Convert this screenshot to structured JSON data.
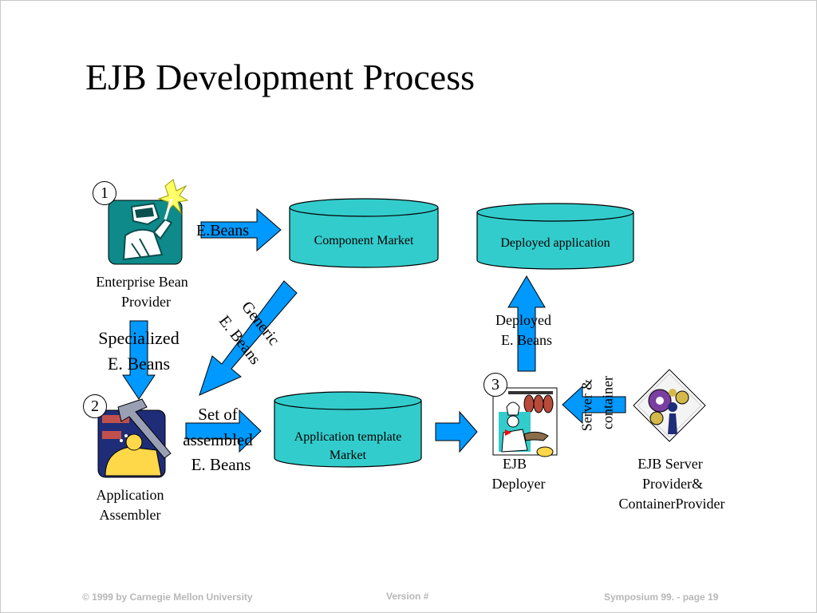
{
  "slide": {
    "title": "EJB Development Process",
    "footer": {
      "left": "© 1999 by Carnegie Mellon University",
      "center": "Version #",
      "right": "Symposium 99. - page 19"
    }
  },
  "diagram": {
    "markers": [
      "1",
      "2",
      "3"
    ],
    "roles": {
      "provider_line1": "Enterprise Bean",
      "provider_line2": "Provider",
      "assembler_line1": "Application",
      "assembler_line2": "Assembler",
      "deployer_line1": "EJB",
      "deployer_line2": "Deployer",
      "server_line1": "EJB Server",
      "server_line2": "Provider&",
      "server_line3": "ContainerProvider"
    },
    "stores": {
      "component_market": "Component Market",
      "deployed_application": "Deployed application",
      "app_template_line1": "Application template",
      "app_template_line2": "Market"
    },
    "flows": {
      "ebeans": "E.Beans",
      "specialized_line1": "Specialized",
      "specialized_line2": "E. Beans",
      "generic_line1": "Generic",
      "generic_line2": "E. Beans",
      "set_line1": "Set of",
      "set_line2": "assembled",
      "set_line3": "E. Beans",
      "deployed_line1": "Deployed",
      "deployed_line2": "E. Beans",
      "server_line1": "Server &",
      "server_line2": "container"
    },
    "colors": {
      "cylinder": "#33cccc",
      "arrow": "#0099ff",
      "icon_teal": "#0e8a8a",
      "icon_navy": "#1f2d78"
    }
  }
}
